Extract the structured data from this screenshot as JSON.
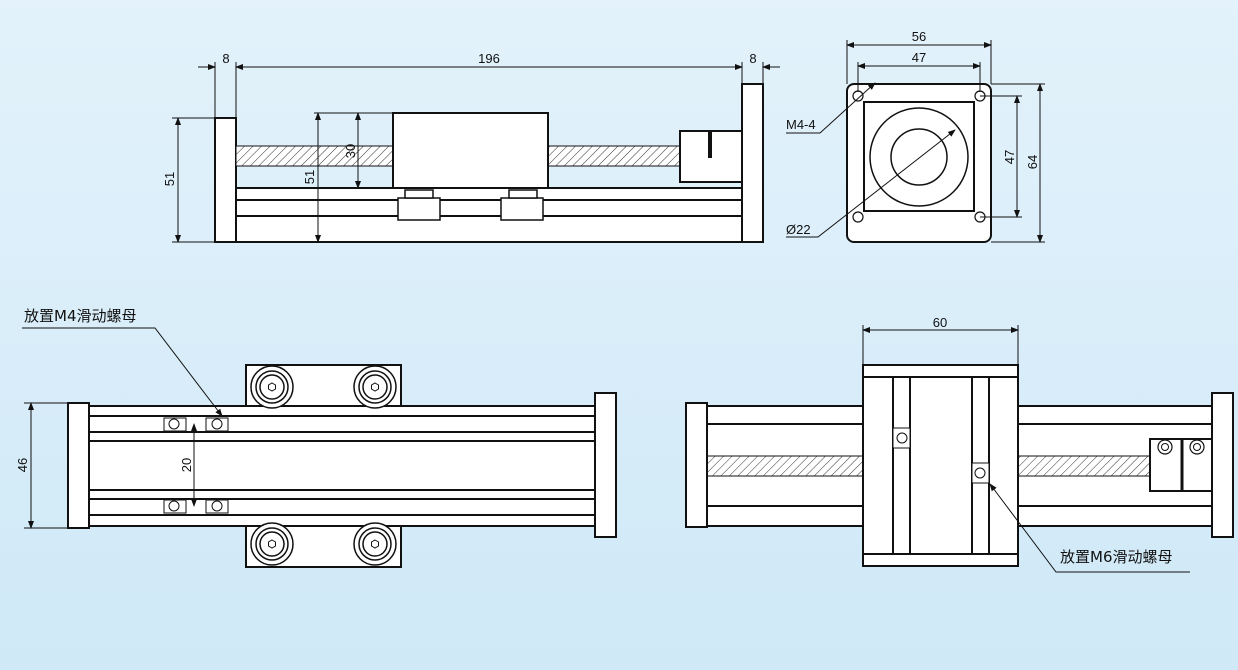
{
  "top_side_view": {
    "dim_left_plate": "8",
    "dim_length": "196",
    "dim_right_plate": "8",
    "dim_height_left": "51",
    "dim_height_mid": "51",
    "dim_block": "30"
  },
  "end_view": {
    "dim_width_outer": "56",
    "dim_width_inner": "47",
    "dim_height_inner": "47",
    "dim_height_outer": "64",
    "label_holes": "M4-4",
    "label_bore": "Ø22"
  },
  "bottom_left_view": {
    "callout": "放置M4滑动螺母",
    "dim_height": "46",
    "dim_slot": "20"
  },
  "bottom_right_view": {
    "dim_width": "60",
    "callout": "放置M6滑动螺母"
  },
  "colors": {
    "line": "#111111",
    "fill": "#ffffff",
    "hatch": "#333333"
  }
}
